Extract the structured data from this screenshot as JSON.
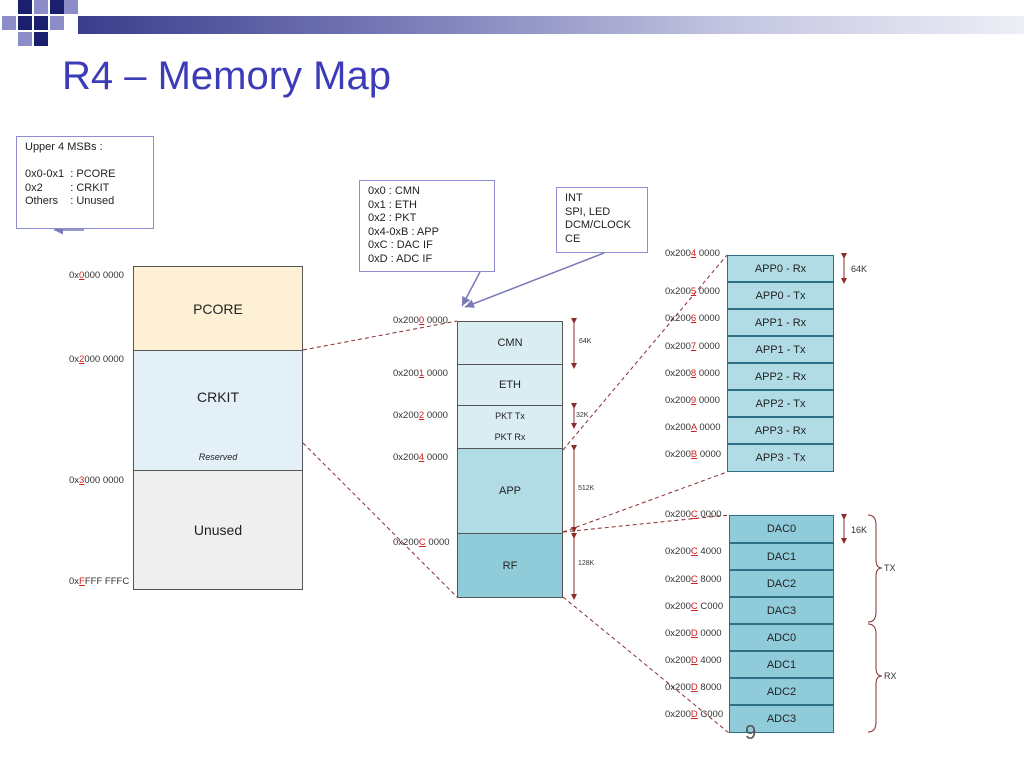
{
  "title": "R4 – Memory Map",
  "page_number": "9",
  "notes": {
    "msb": "Upper 4 MSBs :\n\n0x0-0x1  : PCORE\n0x2         : CRKIT\nOthers    : Unused",
    "select": "0x0 : CMN\n0x1 : ETH\n0x2 : PKT\n0x4-0xB : APP\n0xC : DAC IF\n0xD : ADC IF",
    "cmn": "INT\nSPI, LED\nDCM/CLOCK\nCE"
  },
  "top_map": {
    "blocks": {
      "pcore": "PCORE",
      "crkit": "CRKIT",
      "reserved": "Reserved",
      "unused": "Unused"
    },
    "addresses": [
      {
        "pre": "0x",
        "hl": "0",
        "post": "000 0000"
      },
      {
        "pre": "0x",
        "hl": "2",
        "post": "000 0000"
      },
      {
        "pre": "0x",
        "hl": "3",
        "post": "000 0000"
      },
      {
        "pre": "0x",
        "hl": "F",
        "post": "FFF FFFC"
      }
    ]
  },
  "mid_map": {
    "blocks": [
      "CMN",
      "ETH",
      "PKT Tx",
      "PKT Rx",
      "APP",
      "RF"
    ],
    "addresses": [
      {
        "pre": "0x200",
        "hl": "0",
        "post": " 0000"
      },
      {
        "pre": "0x200",
        "hl": "1",
        "post": " 0000"
      },
      {
        "pre": "0x200",
        "hl": "2",
        "post": " 0000"
      },
      {
        "pre": "0x200",
        "hl": "4",
        "post": " 0000"
      },
      {
        "pre": "0x200",
        "hl": "C",
        "post": " 0000"
      }
    ],
    "sizes": [
      "64K",
      "32K",
      "512K",
      "128K"
    ]
  },
  "app_map": {
    "blocks": [
      "APP0 - Rx",
      "APP0 - Tx",
      "APP1 - Rx",
      "APP1 - Tx",
      "APP2 - Rx",
      "APP2 - Tx",
      "APP3 - Rx",
      "APP3 - Tx"
    ],
    "addresses": [
      {
        "pre": "0x200",
        "hl": "4",
        "post": " 0000"
      },
      {
        "pre": "0x200",
        "hl": "5",
        "post": " 0000"
      },
      {
        "pre": "0x200",
        "hl": "6",
        "post": " 0000"
      },
      {
        "pre": "0x200",
        "hl": "7",
        "post": " 0000"
      },
      {
        "pre": "0x200",
        "hl": "8",
        "post": " 0000"
      },
      {
        "pre": "0x200",
        "hl": "9",
        "post": " 0000"
      },
      {
        "pre": "0x200",
        "hl": "A",
        "post": " 0000"
      },
      {
        "pre": "0x200",
        "hl": "B",
        "post": " 0000"
      }
    ],
    "size": "64K"
  },
  "rf_map": {
    "blocks": [
      "DAC0",
      "DAC1",
      "DAC2",
      "DAC3",
      "ADC0",
      "ADC1",
      "ADC2",
      "ADC3"
    ],
    "addresses": [
      {
        "pre": "0x200",
        "hl": "C",
        "post": " 0000"
      },
      {
        "pre": "0x200",
        "hl": "C",
        "post": " 4000"
      },
      {
        "pre": "0x200",
        "hl": "C",
        "post": " 8000"
      },
      {
        "pre": "0x200",
        "hl": "C",
        "post": " C000"
      },
      {
        "pre": "0x200",
        "hl": "D",
        "post": " 0000"
      },
      {
        "pre": "0x200",
        "hl": "D",
        "post": " 4000"
      },
      {
        "pre": "0x200",
        "hl": "D",
        "post": " 8000"
      },
      {
        "pre": "0x200",
        "hl": "D",
        "post": " C000"
      }
    ],
    "size": "16K",
    "groups": [
      "TX",
      "RX"
    ]
  },
  "colors": {
    "pcore": "#fdf0d5",
    "crkit": "#e4f0f7",
    "unused": "#efefef",
    "mid_light": "#d9edf3",
    "app": "#b1dce6",
    "rf": "#90cbd9",
    "app_block": "#b1dce6",
    "rf_block": "#90cbd9",
    "dashed": "#8b2d2d"
  }
}
